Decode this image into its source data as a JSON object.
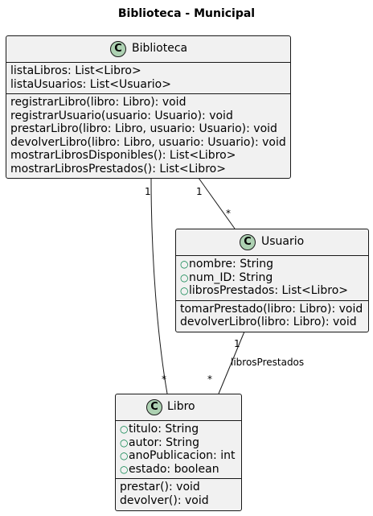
{
  "diagram": {
    "title": "Biblioteca - Municipal",
    "classes": {
      "biblioteca": {
        "icon": "C",
        "name": "Biblioteca",
        "attributes": [
          "listaLibros: List<Libro>",
          "listaUsuarios: List<Usuario>"
        ],
        "methods": [
          "registrarLibro(libro: Libro): void",
          "registrarUsuario(usuario: Usuario): void",
          "prestarLibro(libro: Libro, usuario: Usuario): void",
          "devolverLibro(libro: Libro, usuario: Usuario): void",
          "mostrarLibrosDisponibles(): List<Libro>",
          "mostrarLibrosPrestados(): List<Libro>"
        ]
      },
      "usuario": {
        "icon": "C",
        "name": "Usuario",
        "attributes": [
          "nombre: String",
          "num_ID: String",
          "librosPrestados: List<Libro>"
        ],
        "methods": [
          "tomarPrestado(libro: Libro): void",
          "devolverLibro(libro: Libro): void"
        ]
      },
      "libro": {
        "icon": "C",
        "name": "Libro",
        "attributes": [
          "titulo: String",
          "autor: String",
          "anoPublicacion: int",
          "estado: boolean"
        ],
        "methods": [
          "prestar(): void",
          "devolver(): void"
        ]
      }
    },
    "relations": {
      "biblioteca_usuario": {
        "from_mult": "1",
        "to_mult": "*"
      },
      "biblioteca_libro": {
        "from_mult": "1",
        "to_mult": "*"
      },
      "usuario_libro": {
        "from_mult": "1",
        "to_mult": "*",
        "label": "librosPrestados"
      }
    },
    "colors": {
      "class_fill": "#f1f1f1",
      "border": "#181818",
      "class_icon": "#add1b2",
      "public_marker": "#038048"
    }
  }
}
